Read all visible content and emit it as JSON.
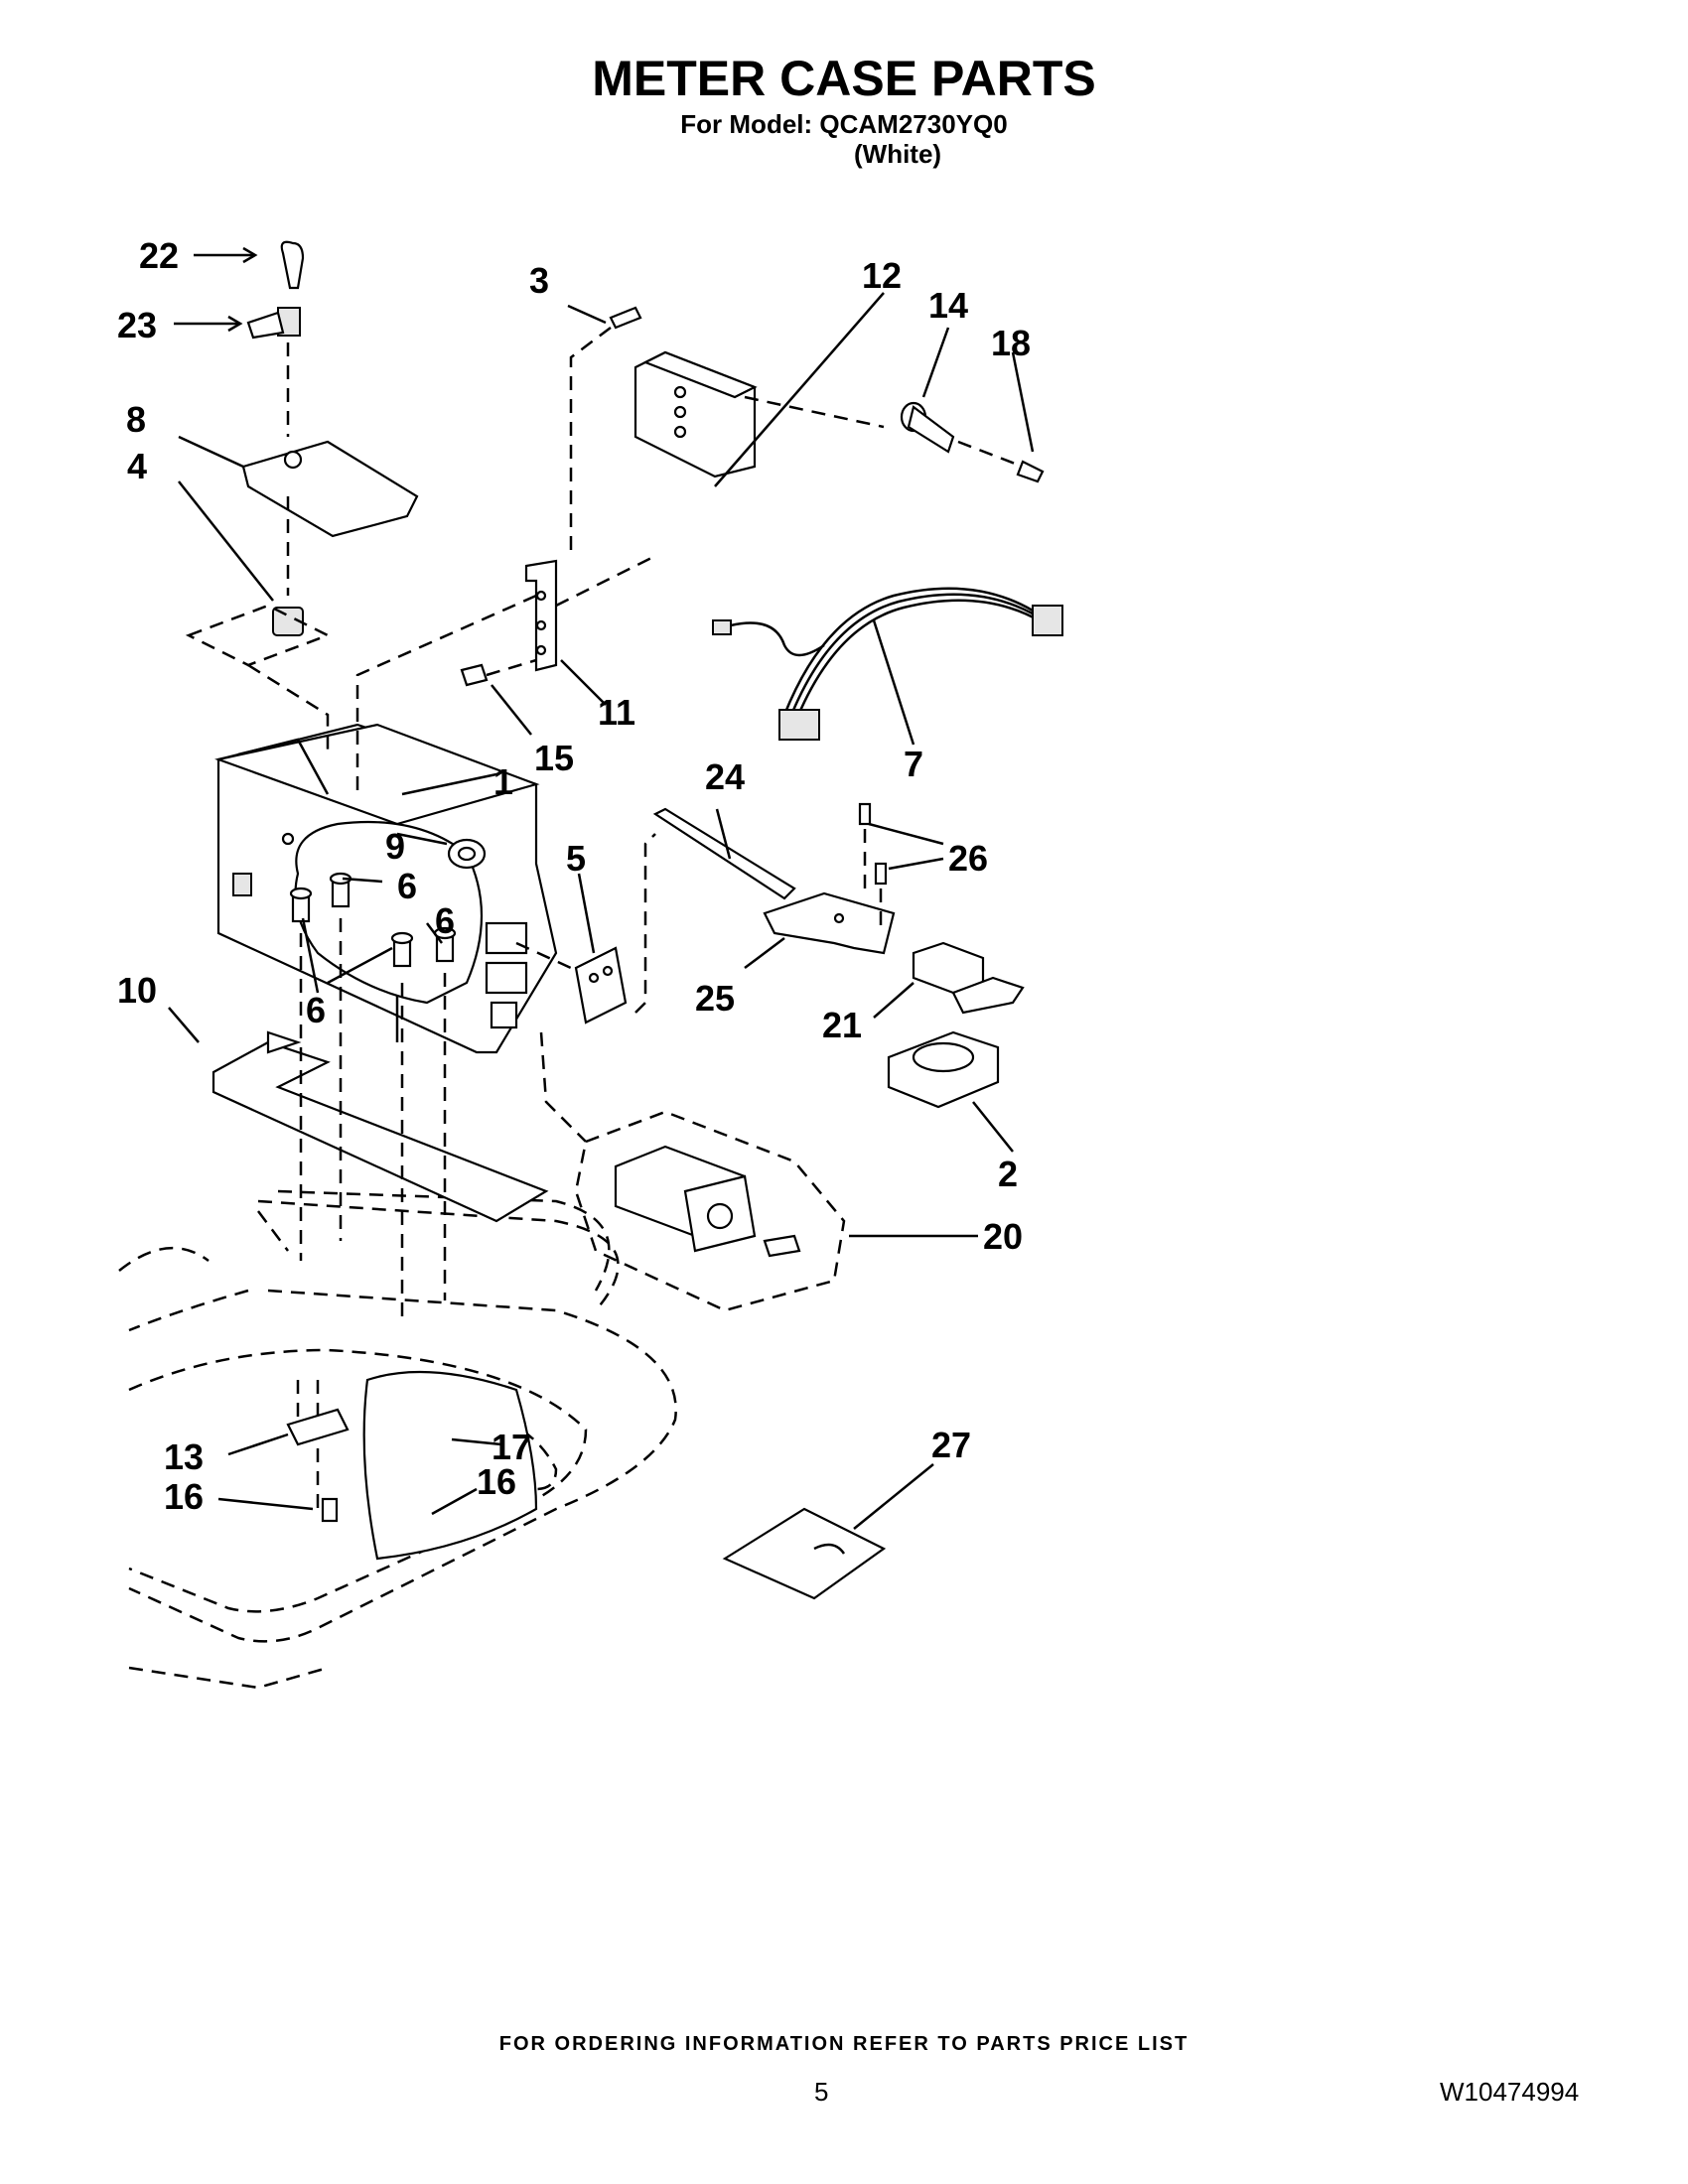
{
  "header": {
    "title": "METER CASE PARTS",
    "model_line": "For Model: QCAM2730YQ0",
    "variant": "(White)"
  },
  "callouts": [
    "1",
    "2",
    "3",
    "4",
    "5",
    "6",
    "6",
    "6",
    "7",
    "8",
    "9",
    "10",
    "11",
    "12",
    "13",
    "14",
    "15",
    "16",
    "16",
    "17",
    "18",
    "20",
    "21",
    "22",
    "23",
    "24",
    "25",
    "26",
    "27"
  ],
  "footer": {
    "ordering_note": "FOR ORDERING INFORMATION REFER TO PARTS PRICE LIST",
    "page_number": "5",
    "document_number": "W10474994"
  }
}
